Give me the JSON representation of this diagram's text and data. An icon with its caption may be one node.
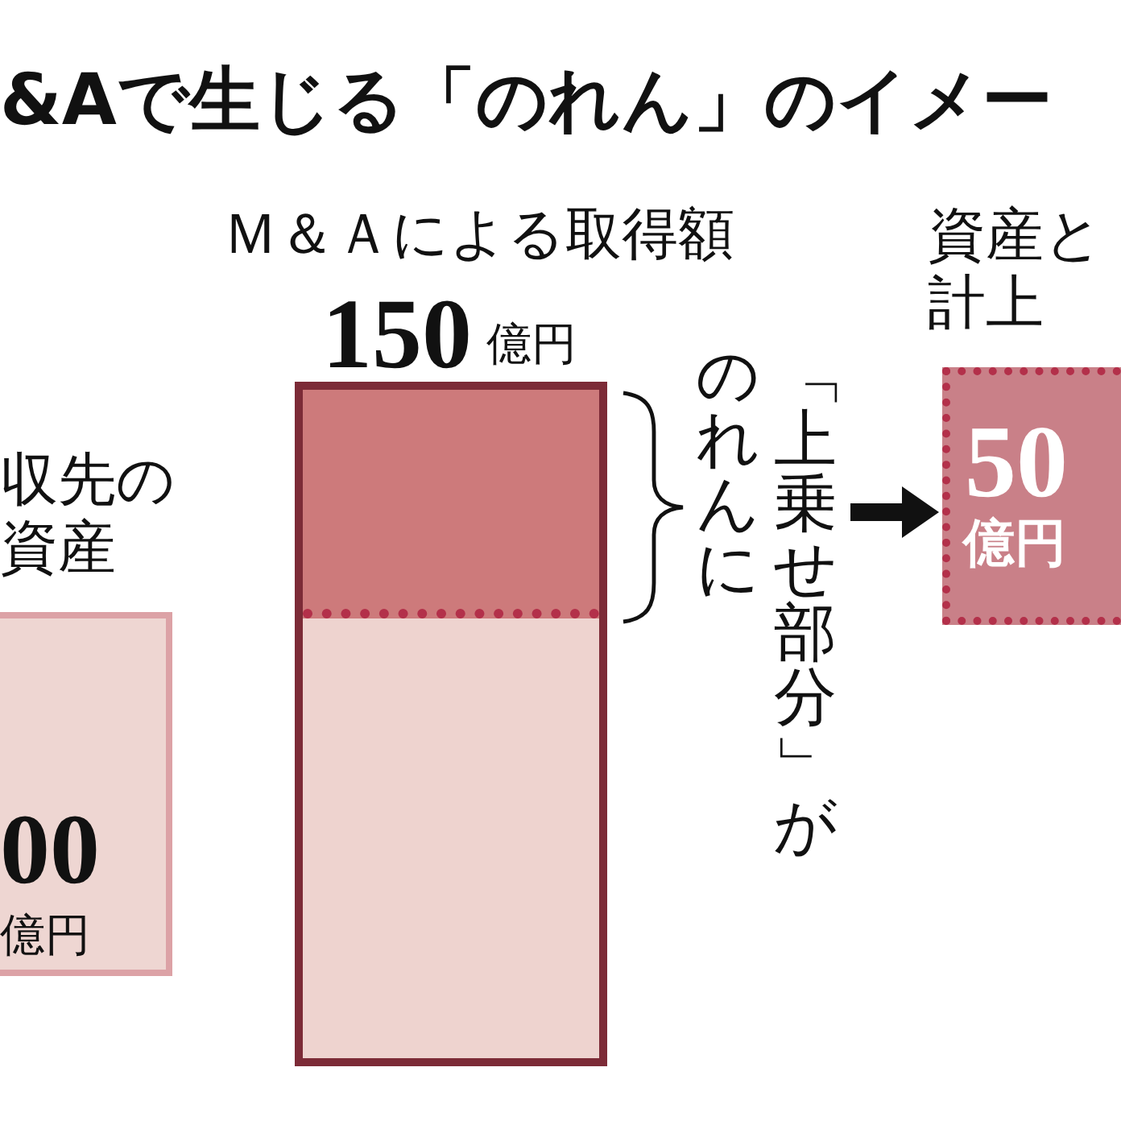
{
  "diagram": {
    "title": "&Aで生じる「のれん」のイメー",
    "nodes": [
      {
        "text": [
          "収先の資産",
          "00",
          "億円"
        ]
      },
      {
        "text": [
          "Ｍ＆Ａによる取得額",
          "150",
          "億円"
        ]
      },
      {
        "text": [],
        "shape": "box",
        "in": 1
      },
      {
        "text": [],
        "shape": "box",
        "in": 1
      },
      {
        "text": [
          "「上乗せ部分」がのれんに"
        ]
      },
      {
        "text": [
          "資産と計上",
          "50",
          "億円"
        ]
      }
    ],
    "edges": [
      {
        "from": 4,
        "to": 5,
        "arrow": "to"
      }
    ]
  }
}
